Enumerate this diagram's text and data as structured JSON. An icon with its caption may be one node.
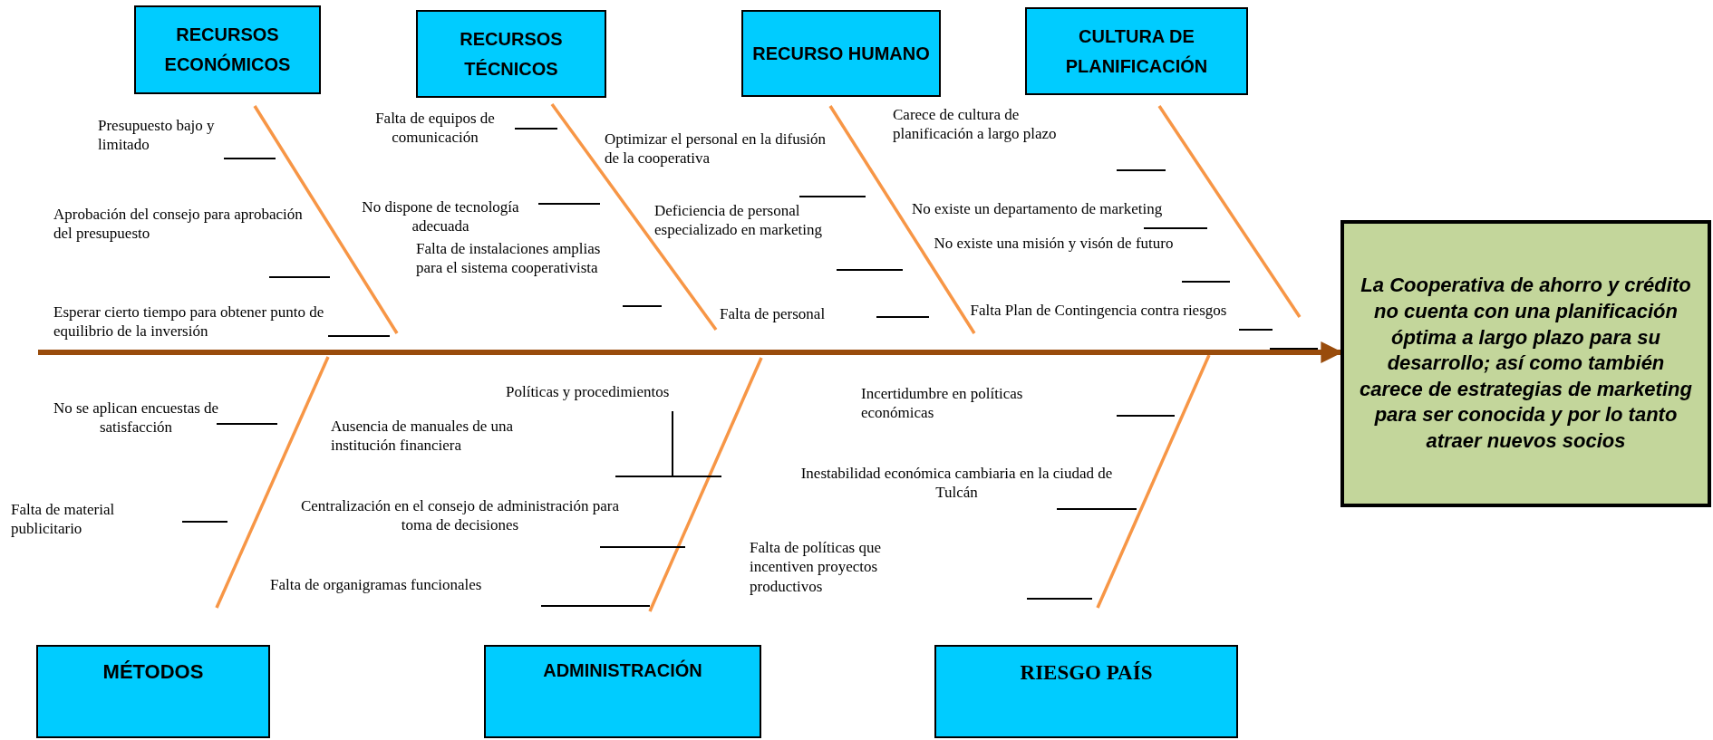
{
  "diagram": {
    "nodes": [
      {
        "text": [
          "RECURSOS ECONÓMICOS"
        ]
      },
      {
        "text": [
          "RECURSOS TÉCNICOS"
        ]
      },
      {
        "text": [
          "RECURSO HUMANO"
        ]
      },
      {
        "text": [
          "CULTURA DE PLANIFICACIÓN"
        ]
      },
      {
        "text": [
          "La Cooperativa de ahorro y crédito no cuenta con una planificación óptima a largo plazo para su desarrollo; así como también carece de estrategias de marketing para ser conocida y por lo tanto atraer nuevos socios"
        ]
      },
      {
        "text": [
          "MÉTODOS"
        ]
      },
      {
        "text": [
          "ADMINISTRACIÓN"
        ]
      },
      {
        "text": [
          "RIESGO PAÍS"
        ]
      }
    ],
    "edges": [
      {
        "from": null,
        "to": 4,
        "arrow": "to"
      }
    ],
    "labels": [
      "Presupuesto bajo y limitado",
      "Aprobación del consejo para aprobación del presupuesto",
      "Esperar cierto tiempo para obtener punto de equilibrio de la inversión",
      "Falta de equipos de comunicación",
      "No dispone de tecnología adecuada",
      "Falta de instalaciones amplias para el sistema cooperativista",
      "Optimizar el personal en la difusión de la cooperativa",
      "Deficiencia de personal especializado en marketing",
      "Falta de personal",
      "Carece de cultura de planificación a largo plazo",
      "No existe un departamento de marketing",
      "No existe una misión y visón de futuro",
      "Falta Plan de Contingencia contra riesgos",
      "No se aplican encuestas de satisfacción",
      "Falta de material publicitario",
      "Políticas y procedimientos",
      "Ausencia de manuales de una institución financiera",
      "Centralización en el consejo de administración para toma de decisiones",
      "Falta de organigramas funcionales",
      "Incertidumbre en políticas económicas",
      "Inestabilidad económica cambiaria en la ciudad de Tulcán",
      "Falta de políticas que incentiven proyectos productivos"
    ]
  }
}
